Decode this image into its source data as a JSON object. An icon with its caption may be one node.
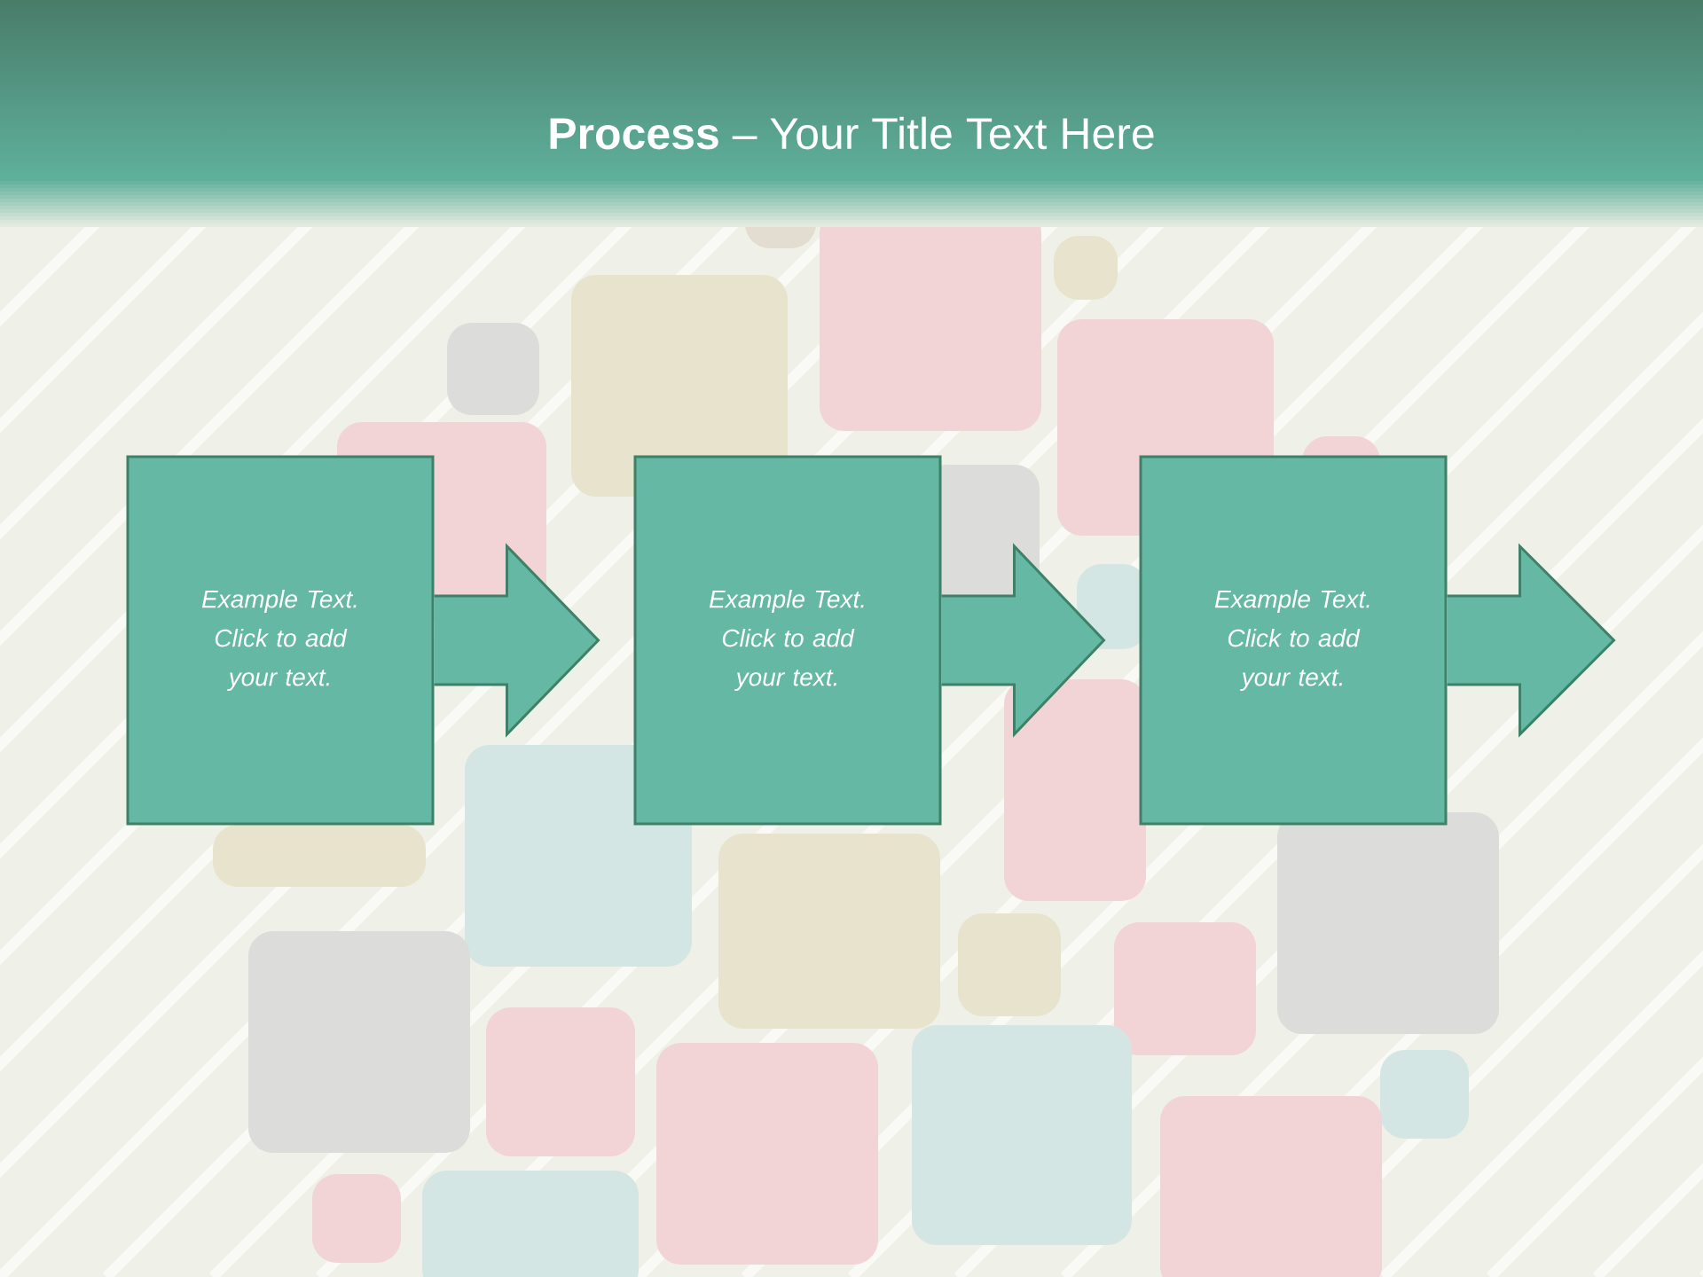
{
  "diagram": {
    "title": "**Process** – Your Title Text Here",
    "nodes": [
      {
        "text": [
          "Example Text. Click  to add your text."
        ]
      },
      {
        "text": [
          "Example Text. Click  to add your text."
        ]
      },
      {
        "text": [
          "Example Text. Click  to add your text."
        ]
      }
    ],
    "edges": [
      {
        "from": 0,
        "to": 1,
        "arrow": "to"
      },
      {
        "from": 1,
        "to": 2,
        "arrow": "to"
      },
      {
        "from": 2,
        "to": null,
        "arrow": "to"
      }
    ]
  }
}
